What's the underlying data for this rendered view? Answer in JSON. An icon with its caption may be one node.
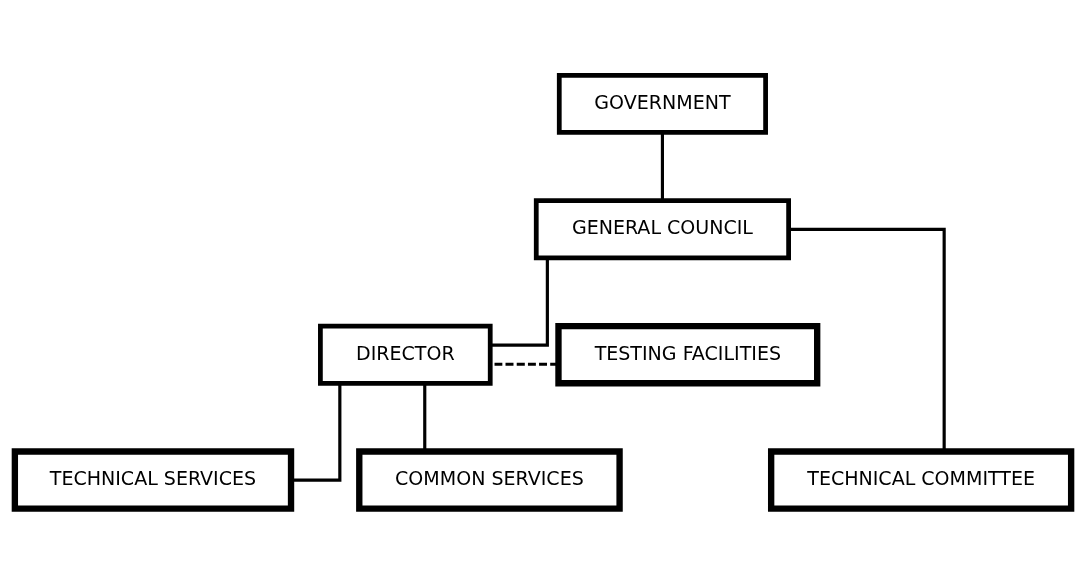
{
  "diagram": {
    "nodes": [
      {
        "text": [
          "GOVERNMENT"
        ]
      },
      {
        "text": [
          "GENERAL COUNCIL"
        ]
      },
      {
        "text": [
          "TESTING FACILITIES"
        ]
      },
      {
        "text": [
          "DIRECTOR"
        ]
      },
      {
        "text": [
          "COMMON SERVICES"
        ]
      },
      {
        "text": [
          "TECHNICAL SERVICES"
        ]
      },
      {
        "text": [
          "TECHNICAL COMMITTEE"
        ]
      }
    ],
    "edges": [
      {
        "from": 0,
        "to": 1,
        "arrow": "none"
      },
      {
        "from": 1,
        "to": 3,
        "arrow": "none"
      },
      {
        "from": 1,
        "to": 6,
        "arrow": "none"
      },
      {
        "from": 2,
        "to": 3,
        "arrow": "none",
        "style": "dashed"
      },
      {
        "from": 3,
        "to": 4,
        "arrow": "none"
      },
      {
        "from": 3,
        "to": 5,
        "arrow": "none"
      }
    ]
  }
}
